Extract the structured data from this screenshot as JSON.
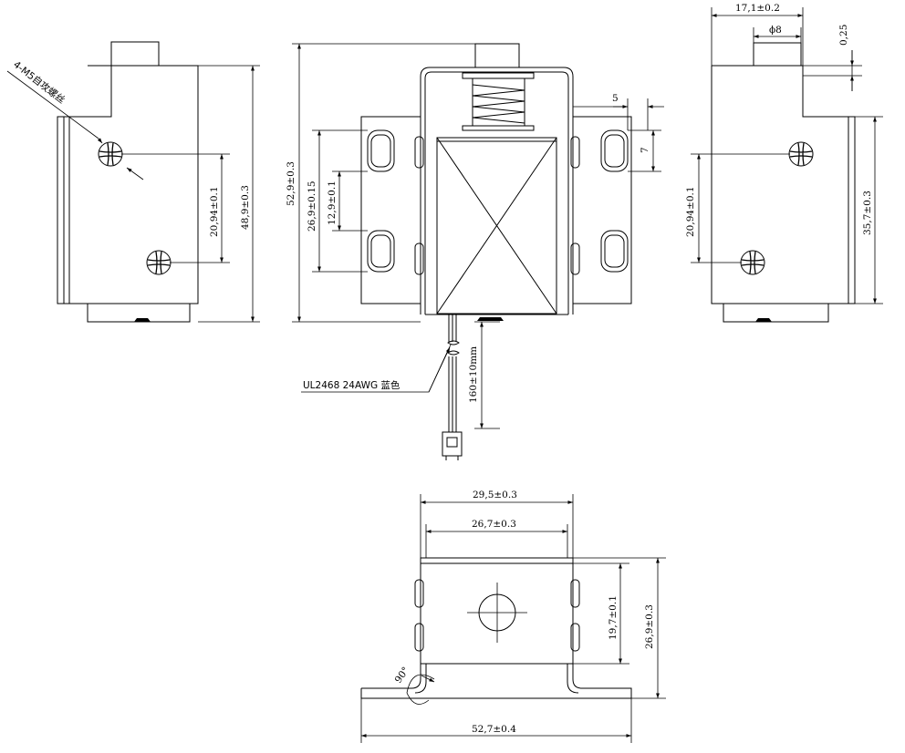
{
  "labels": {
    "screw_note": "4-M5自攻螺丝",
    "wire_note": "UL2468 24AWG  蓝色",
    "wire_len": "160±10mm"
  },
  "dims": {
    "left_hole_pitch": "20,94±0.1",
    "left_height": "48,9±0.3",
    "front_height": "52,9±0.3",
    "front_slot_outer": "26,9±0.15",
    "front_slot_inner": "12,9±0.1",
    "slot_width": "5",
    "slot_height": "7",
    "right_width": "17,1±0.2",
    "right_plunger": "ϕ8",
    "right_offset": "0,25",
    "right_hole_pitch": "20,94±0.1",
    "right_height": "35,7±0.3",
    "bottom_outer": "29,5±0.3",
    "bottom_inner": "26,7±0.3",
    "bottom_body_h": "19,7±0.1",
    "bottom_total_h": "26,9±0.3",
    "bottom_base_w": "52,7±0.4",
    "bend_angle": "90°"
  }
}
